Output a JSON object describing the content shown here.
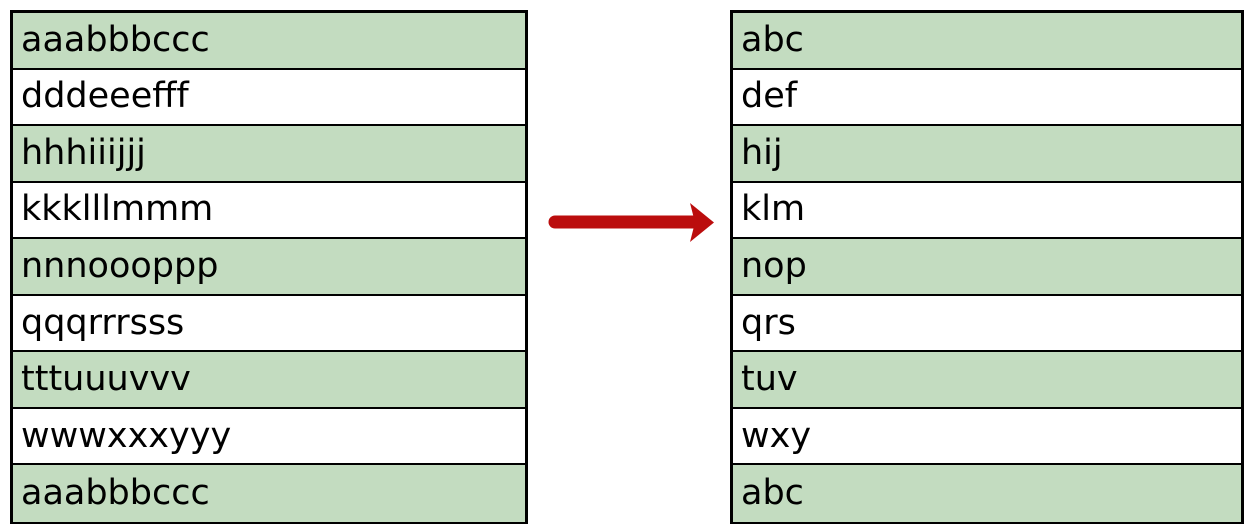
{
  "colors": {
    "shaded_row": "#c3dcc0",
    "plain_row": "#ffffff",
    "border": "#000000",
    "text": "#000000",
    "arrow": "#bb0d0d"
  },
  "source_table": {
    "name": "source-table",
    "row_count": 9,
    "rows": [
      {
        "text": "aaabbbccc",
        "shaded": true
      },
      {
        "text": "dddeeefff",
        "shaded": false
      },
      {
        "text": "hhhiiijjj",
        "shaded": true
      },
      {
        "text": "kkklllmmm",
        "shaded": false
      },
      {
        "text": "nnnoooppp",
        "shaded": true
      },
      {
        "text": "qqqrrrsss",
        "shaded": false
      },
      {
        "text": "tttuuuvvv",
        "shaded": true
      },
      {
        "text": "wwwxxxyyy",
        "shaded": false
      },
      {
        "text": "aaabbbccc",
        "shaded": true
      }
    ]
  },
  "target_table": {
    "name": "target-table",
    "row_count": 9,
    "rows": [
      {
        "text": "abc",
        "shaded": true
      },
      {
        "text": "def",
        "shaded": false
      },
      {
        "text": "hij",
        "shaded": true
      },
      {
        "text": "klm",
        "shaded": false
      },
      {
        "text": "nop",
        "shaded": true
      },
      {
        "text": "qrs",
        "shaded": false
      },
      {
        "text": "tuv",
        "shaded": true
      },
      {
        "text": "wxy",
        "shaded": false
      },
      {
        "text": "abc",
        "shaded": true
      }
    ]
  },
  "arrow": {
    "icon": "right-arrow-icon",
    "direction": "right",
    "color": "#bb0d0d",
    "label": ""
  }
}
